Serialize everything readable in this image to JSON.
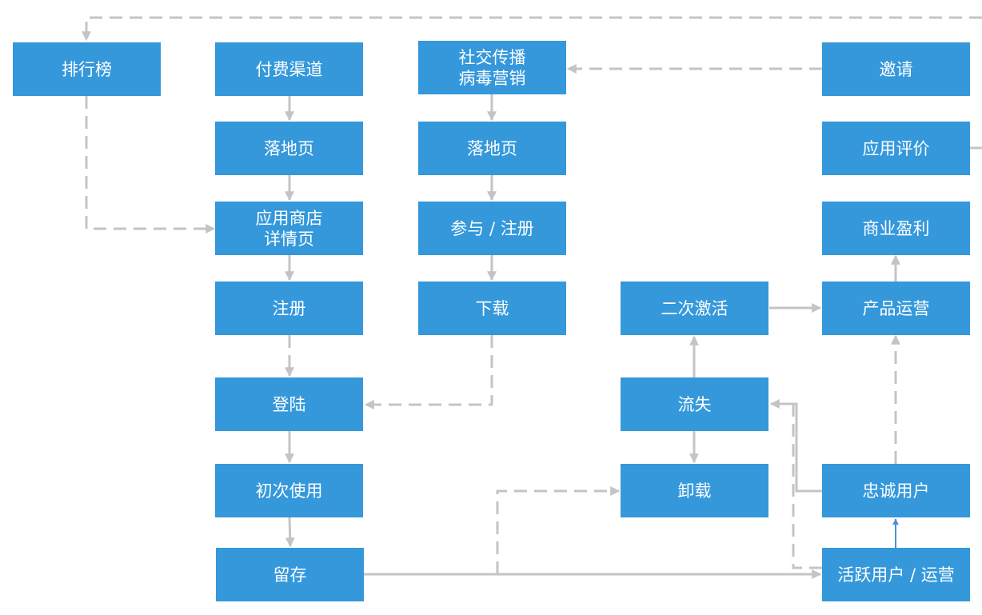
{
  "diagram": {
    "nodes": {
      "leaderboard": "排行榜",
      "paid_channels": "付费渠道",
      "landing_page_1": "落地页",
      "app_store_detail": "应用商店\n详情页",
      "register": "注册",
      "login": "登陆",
      "first_use": "初次使用",
      "retention": "留存",
      "social_viral": "社交传播\n病毒营销",
      "landing_page_2": "落地页",
      "join_register": "参与 / 注册",
      "download": "下载",
      "reactivation": "二次激活",
      "churn": "流失",
      "uninstall": "卸载",
      "invite": "邀请",
      "app_review": "应用评价",
      "monetization": "商业盈利",
      "product_ops": "产品运营",
      "loyal_users": "忠诚用户",
      "active_users_ops": "活跃用户 / 运营"
    }
  }
}
